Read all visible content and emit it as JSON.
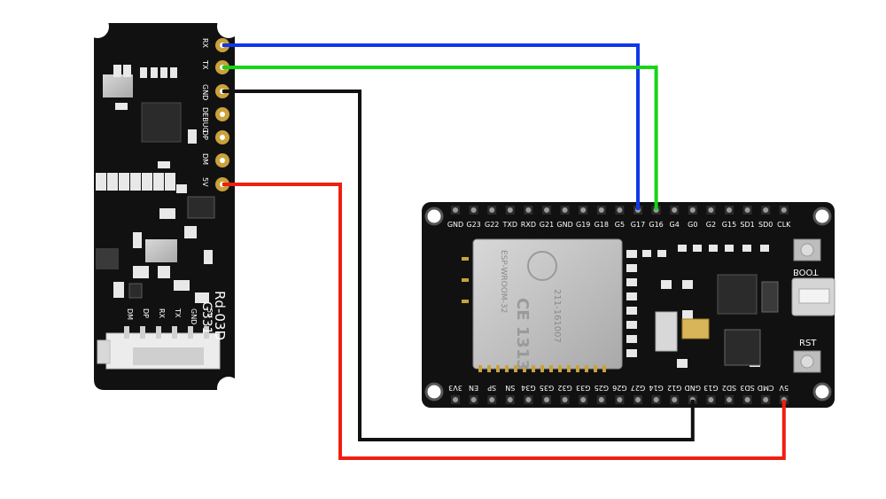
{
  "sensor": {
    "pin_labels": [
      "RX",
      "TX",
      "GND",
      "DEBUG",
      "DP",
      "DM",
      "5V"
    ],
    "model": "Rd-03D",
    "code": "G331",
    "connector_labels": [
      "DM",
      "DP",
      "RX",
      "TX",
      "GND",
      "5V"
    ]
  },
  "esp32": {
    "top_pins": [
      "GND",
      "G23",
      "G22",
      "TXD",
      "RXD",
      "G21",
      "GND",
      "G19",
      "G18",
      "G5",
      "G17",
      "G16",
      "G4",
      "G0",
      "G2",
      "G15",
      "SD1",
      "SD0",
      "CLK"
    ],
    "bottom_pins": [
      "3V3",
      "EN",
      "SP",
      "SN",
      "G34",
      "G35",
      "G32",
      "G33",
      "G25",
      "G26",
      "G27",
      "G14",
      "G12",
      "GND",
      "G13",
      "SD2",
      "SD3",
      "CMD",
      "5V"
    ],
    "module_label": "ESP-WROOM-32",
    "module_code": "211-161007",
    "ce_mark": "CE 1313",
    "boot_label": "BOOT",
    "rst_label": "RST"
  },
  "wires": [
    {
      "from": "RX",
      "to": "G17",
      "color": "#1037e8"
    },
    {
      "from": "TX",
      "to": "G16",
      "color": "#16d416"
    },
    {
      "from": "GND",
      "to": "GND",
      "color": "#111111"
    },
    {
      "from": "5V",
      "to": "5V",
      "color": "#f01e10"
    }
  ],
  "colors": {
    "board": "#111111",
    "pad_gold": "#c9a23a",
    "chip": "#2b2b2b",
    "shield": "#c6c6c6"
  }
}
